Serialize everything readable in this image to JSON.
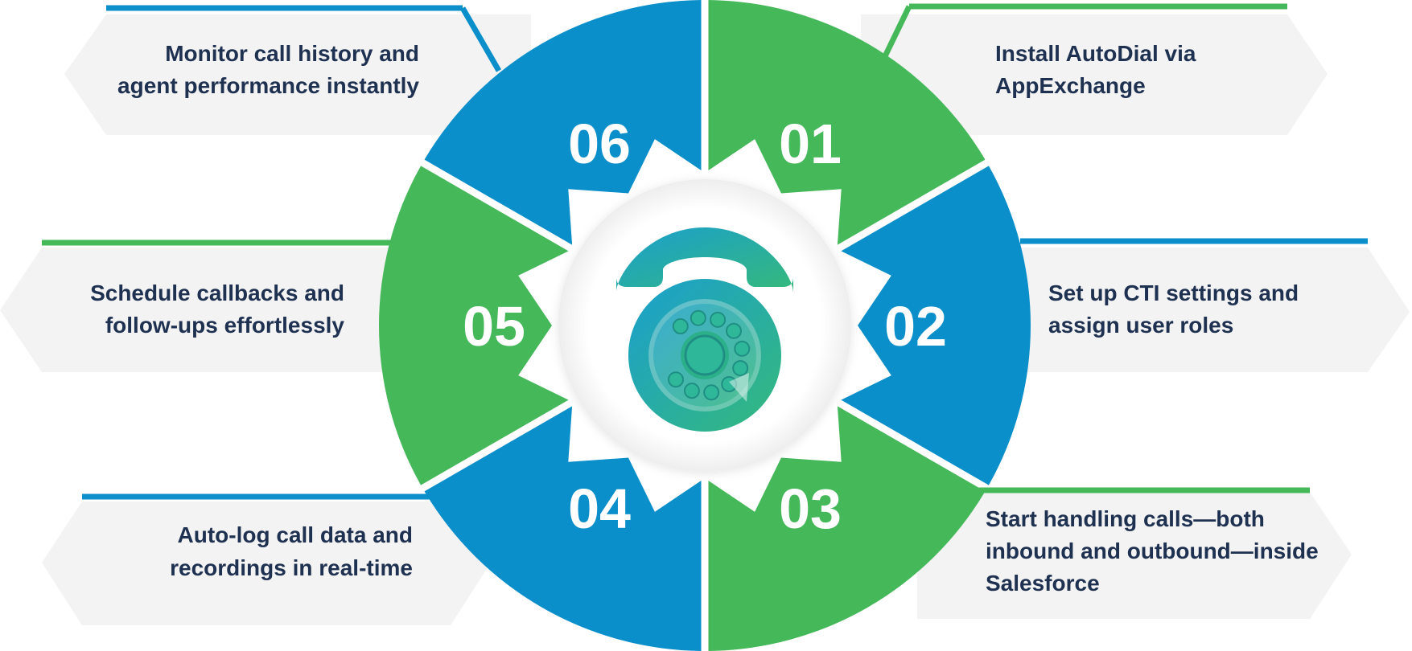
{
  "colors": {
    "green": "#45b85a",
    "blue": "#0a8fca",
    "panel": "#f3f3f3",
    "text": "#1f3150",
    "white": "#ffffff",
    "teal": "#1fa79b"
  },
  "center_icon": "rotary-telephone-icon",
  "steps": [
    {
      "number": "01",
      "color": "green",
      "side": "right",
      "lines": [
        "Install AutoDial via",
        "AppExchange"
      ]
    },
    {
      "number": "02",
      "color": "blue",
      "side": "right",
      "lines": [
        "Set up CTI settings and",
        "assign user roles"
      ]
    },
    {
      "number": "03",
      "color": "green",
      "side": "right",
      "lines": [
        "Start handling calls—both",
        "inbound and outbound—inside",
        "Salesforce"
      ]
    },
    {
      "number": "04",
      "color": "blue",
      "side": "left",
      "lines": [
        "Auto-log call data and",
        "recordings in real-time"
      ]
    },
    {
      "number": "05",
      "color": "green",
      "side": "left",
      "lines": [
        "Schedule callbacks and",
        "follow-ups effortlessly"
      ]
    },
    {
      "number": "06",
      "color": "blue",
      "side": "left",
      "lines": [
        "Monitor call history and",
        "agent performance instantly"
      ]
    }
  ]
}
